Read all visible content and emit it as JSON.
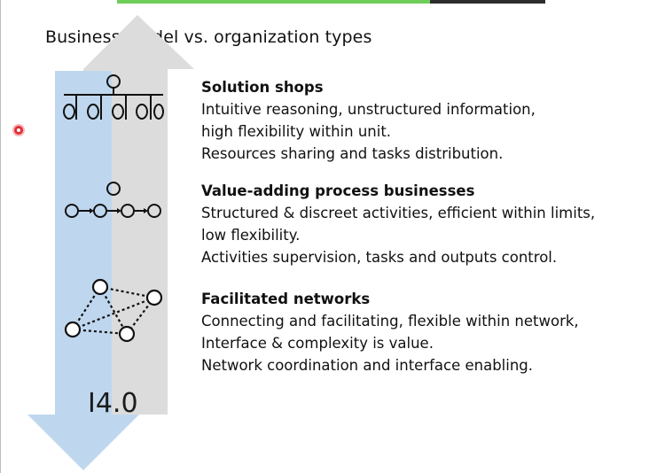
{
  "slide": {
    "title": "Business model vs. organization types",
    "progress_fraction": 0.73,
    "bottom_label": "I4.0"
  },
  "sections": [
    {
      "heading": "Solution shops",
      "lines": [
        "Intuitive reasoning, unstructured information,",
        "high flexibility within unit.",
        "Resources sharing and tasks distribution."
      ]
    },
    {
      "heading": "Value-adding process businesses",
      "lines": [
        "Structured & discreet activities, efficient within limits,",
        "low flexibility.",
        "Activities supervision,  tasks and outputs control."
      ]
    },
    {
      "heading": "Facilitated networks",
      "lines": [
        "Connecting and facilitating, flexible within network,",
        "Interface & complexity is value.",
        "Network coordination and interface enabling."
      ]
    }
  ],
  "icons": [
    "hierarchy-icon",
    "process-chain-icon",
    "network-icon"
  ],
  "colors": {
    "arrow_down": "#bfd7ee",
    "arrow_up": "#dcdcdc",
    "progress_done": "#6fce5a",
    "progress_rest": "#2d2d2d",
    "cursor": "#e0303a"
  }
}
